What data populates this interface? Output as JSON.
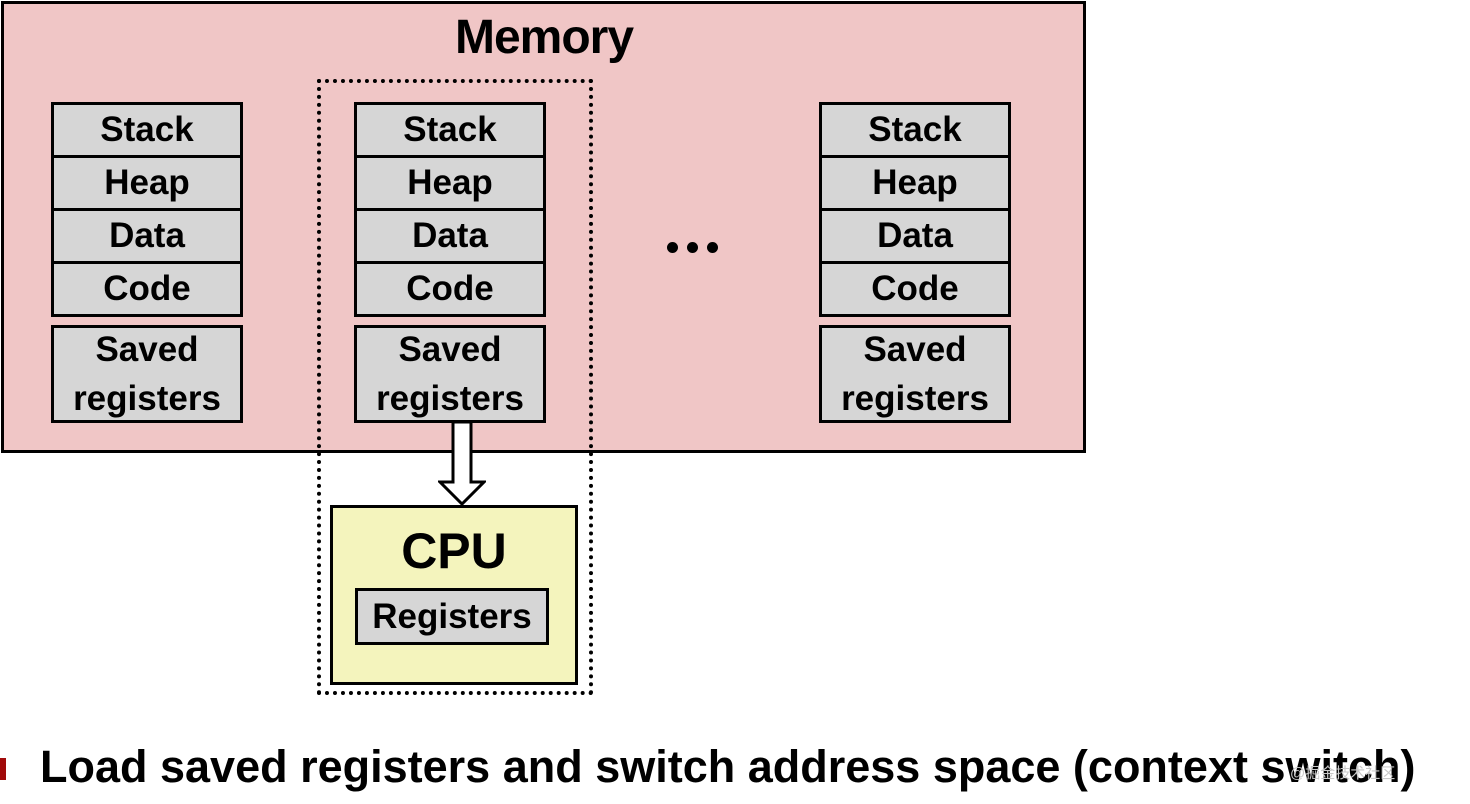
{
  "memory": {
    "title": "Memory",
    "processes": [
      {
        "segments": [
          "Stack",
          "Heap",
          "Data",
          "Code"
        ],
        "saved": [
          "Saved",
          "registers"
        ]
      },
      {
        "segments": [
          "Stack",
          "Heap",
          "Data",
          "Code"
        ],
        "saved": [
          "Saved",
          "registers"
        ]
      },
      {
        "segments": [
          "Stack",
          "Heap",
          "Data",
          "Code"
        ],
        "saved": [
          "Saved",
          "registers"
        ]
      }
    ],
    "ellipsis": "..."
  },
  "cpu": {
    "title": "CPU",
    "registers_label": "Registers"
  },
  "caption": "Load saved registers and switch address space (context switch)",
  "watermark": "@掘金技术社区",
  "colors": {
    "memory_bg": "#f0c6c6",
    "segment_bg": "#d6d6d6",
    "cpu_bg": "#f4f4bd",
    "bullet": "#a10a0a"
  }
}
